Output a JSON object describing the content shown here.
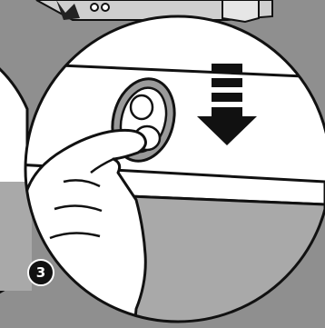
{
  "illustration": {
    "kind": "instruction-step-illustration",
    "step_number": "3",
    "action": "press-button-down",
    "arrow_direction": "down"
  },
  "colors": {
    "background": "#8f8f8f",
    "panel": "#ffffff",
    "lower_panel": "#a9a9a9",
    "outline": "#111111",
    "button_ring": "#9a9a9a",
    "step_badge": "#111111",
    "step_text": "#ffffff"
  }
}
